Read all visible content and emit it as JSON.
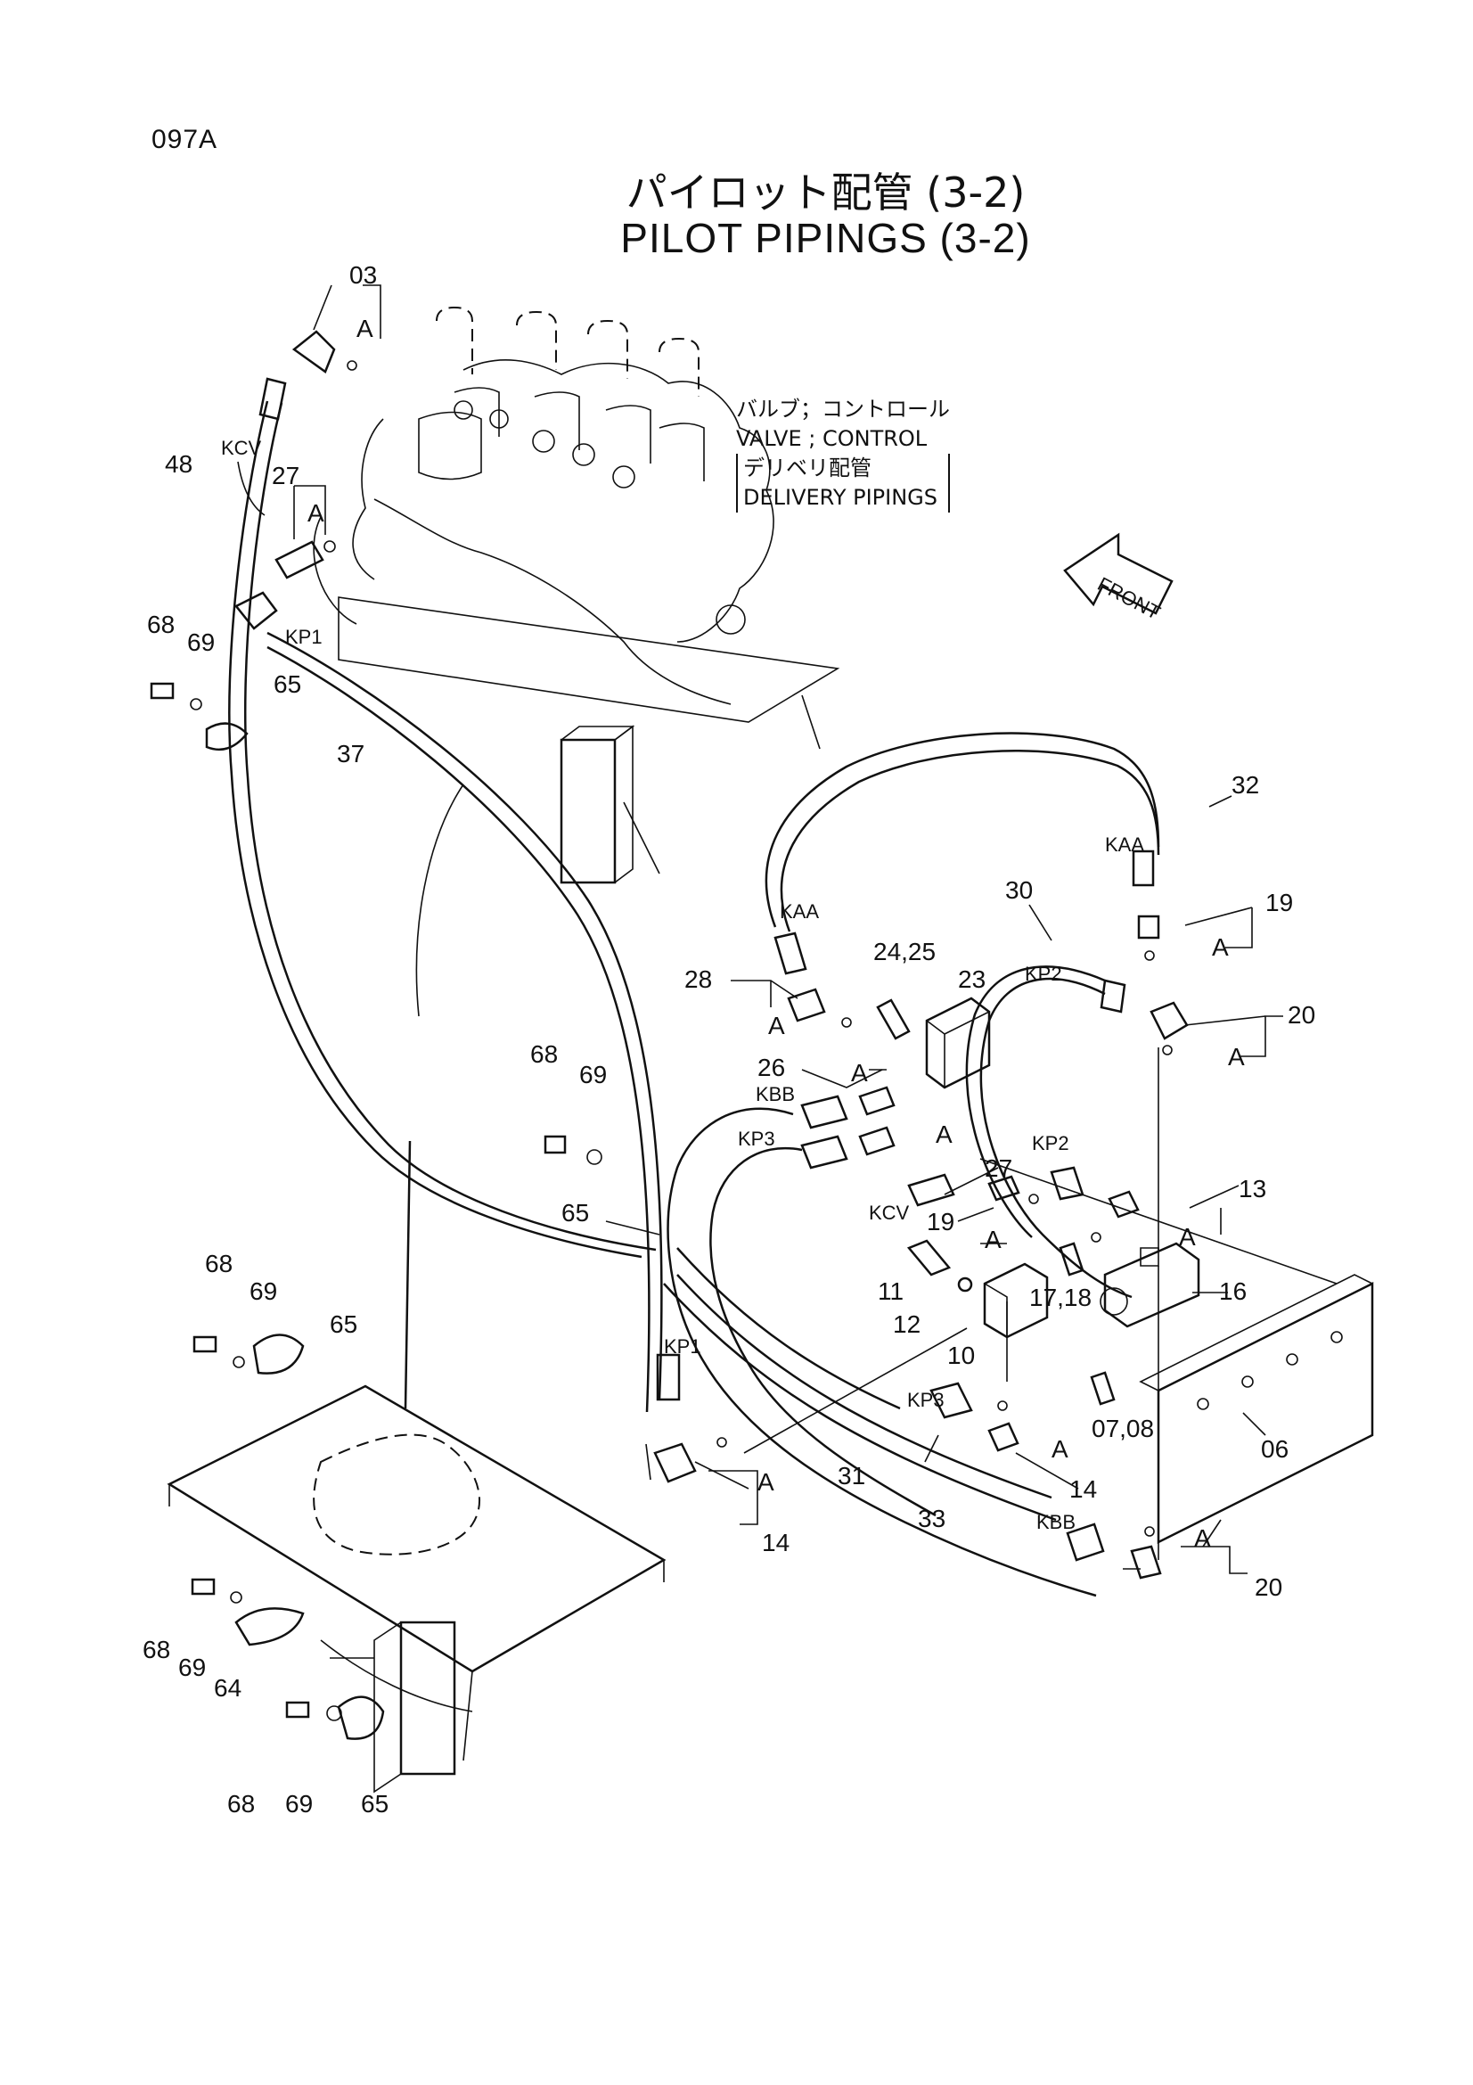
{
  "header": {
    "page_code": "097A",
    "title_jp": "パイロット配管 (3-2)",
    "title_en": "PILOT PIPINGS (3-2)"
  },
  "note": {
    "line1": "バルブ；コントロール",
    "line2": "VALVE ; CONTROL",
    "line3": "デリベリ配管",
    "line4": "DELIVERY PIPINGS"
  },
  "front_label": "FRONT",
  "callouts": {
    "p03": "03",
    "a_03": "A",
    "kcv_top": "KCV",
    "p48": "48",
    "p27_top": "27",
    "a_27": "A",
    "p68_a": "68",
    "p69_a": "69",
    "kp1_top": "KP1",
    "p65_a": "65",
    "p37": "37",
    "p32": "32",
    "kaa_right": "KAA",
    "p19_top": "19",
    "a_19": "A",
    "p30": "30",
    "kp2_top": "KP2",
    "kaa_left": "KAA",
    "p24_25": "24,25",
    "p23": "23",
    "p28": "28",
    "a_28": "A",
    "p20_top": "20",
    "a_20": "A",
    "p26": "26",
    "a_26a": "A",
    "kbb_left": "KBB",
    "kp3_left": "KP3",
    "a_26b": "A",
    "p68_b": "68",
    "p69_b": "69",
    "kp2_mid": "KP2",
    "p27_mid": "27",
    "p13": "13",
    "a_13": "A",
    "p65_b": "65",
    "kcv_mid": "KCV",
    "p19_mid": "19",
    "a_19b": "A",
    "p11": "11",
    "p17_18": "17,18",
    "p16": "16",
    "p68_c": "68",
    "p69_c": "69",
    "p65_c": "65",
    "kp1_low": "KP1",
    "p12": "12",
    "p10": "10",
    "kp3_low": "KP3",
    "p07_08": "07,08",
    "p31": "31",
    "a_14": "A",
    "p14_right": "14",
    "p06": "06",
    "a_14b": "A",
    "p14_low": "14",
    "p33": "33",
    "kbb_low": "KBB",
    "a_20b": "A",
    "p20_low": "20",
    "p68_d": "68",
    "p69_d": "69",
    "p64": "64",
    "p68_e": "68",
    "p69_e": "69",
    "p65_e": "65"
  }
}
